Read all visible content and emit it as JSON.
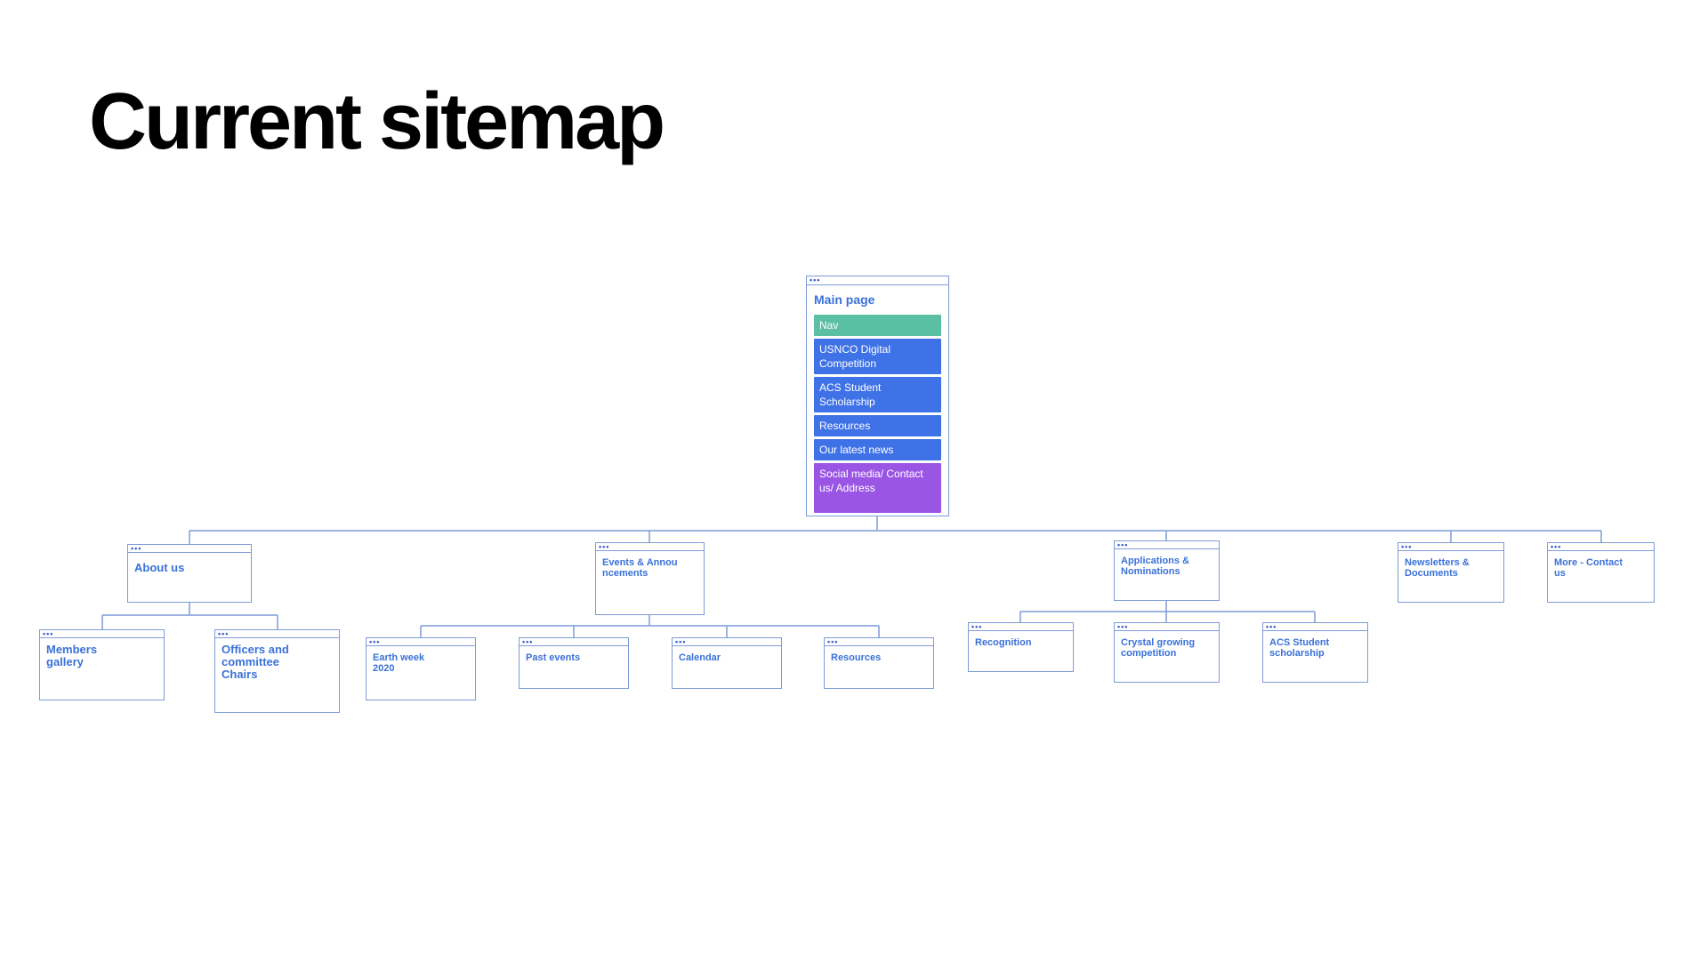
{
  "title": "Current sitemap",
  "colors": {
    "node_border": "#7f9bd6",
    "label_text": "#3a71d8",
    "nav": "#5bbfa4",
    "section_blue": "#3f72e6",
    "section_purple": "#9b55e4"
  },
  "main_page": {
    "title": "Main page",
    "sections": [
      {
        "label": "Nav",
        "color": "#5bbfa4"
      },
      {
        "label": "USNCO Digital Competition",
        "color": "#3f72e6"
      },
      {
        "label": "ACS Student Scholarship",
        "color": "#3f72e6"
      },
      {
        "label": "Resources",
        "color": "#3f72e6"
      },
      {
        "label": "Our latest news",
        "color": "#3f72e6"
      },
      {
        "label": "Social media/ Contact us/ Address",
        "color": "#9b55e4"
      }
    ]
  },
  "level1": [
    {
      "label": "About us"
    },
    {
      "label": "Events & Announcements"
    },
    {
      "label": "Applications & Nominations"
    },
    {
      "label": "Newsletters & Documents"
    },
    {
      "label": "More - Contact us"
    }
  ],
  "about_children": [
    {
      "label": "Members gallery"
    },
    {
      "label": "Officers and committee Chairs"
    }
  ],
  "events_children": [
    {
      "label": "Earth week 2020"
    },
    {
      "label": "Past events"
    },
    {
      "label": "Calendar"
    },
    {
      "label": "Resources"
    }
  ],
  "applications_children": [
    {
      "label": "Recognition"
    },
    {
      "label": "Crystal growing competition"
    },
    {
      "label": "ACS Student scholarship"
    }
  ]
}
